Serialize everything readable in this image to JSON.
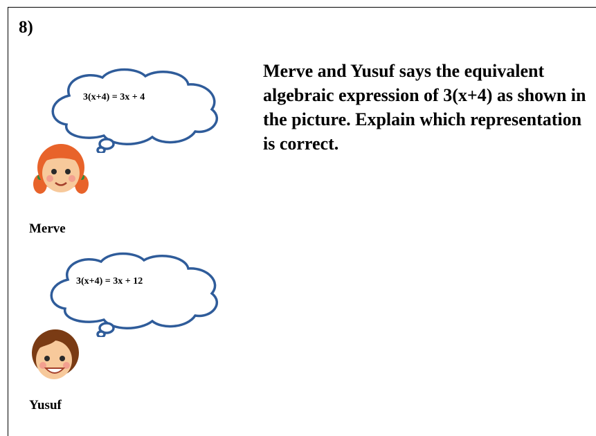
{
  "question": {
    "number": "8)",
    "prompt": "Merve and Yusuf  says the equivalent algebraic expression of 3(x+4) as shown in the picture. Explain which representation is correct."
  },
  "characters": [
    {
      "name": "Merve",
      "thought": "3(x+4) = 3x + 4",
      "hair_color": "#e8632a"
    },
    {
      "name": "Yusuf",
      "thought": "3(x+4) = 3x + 12",
      "hair_color": "#7a3b14"
    }
  ],
  "colors": {
    "bubble_stroke": "#2f5c9a"
  }
}
